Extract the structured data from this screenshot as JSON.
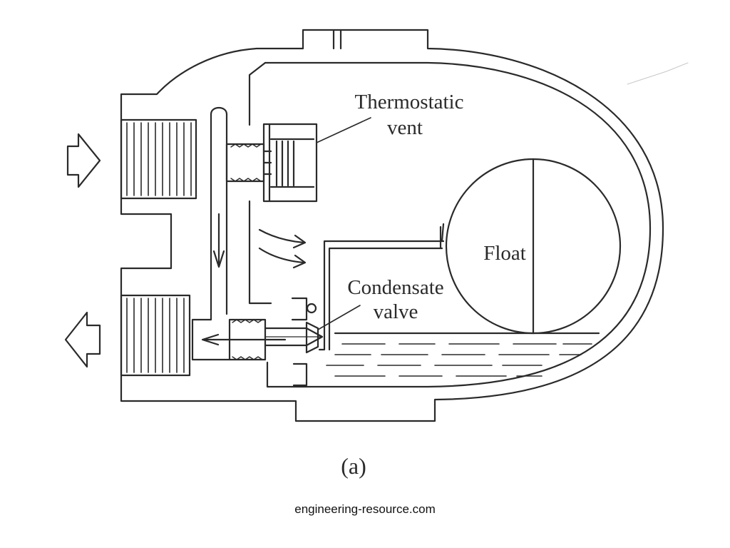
{
  "diagram": {
    "labels": {
      "thermostatic_line1": "Thermostatic",
      "thermostatic_line2": "vent",
      "float": "Float",
      "condensate_line1": "Condensate",
      "condensate_line2": "valve",
      "caption": "(a)"
    },
    "footer": "engineering-resource.com",
    "colors": {
      "ink": "#2a2a2a",
      "background": "#ffffff"
    }
  }
}
